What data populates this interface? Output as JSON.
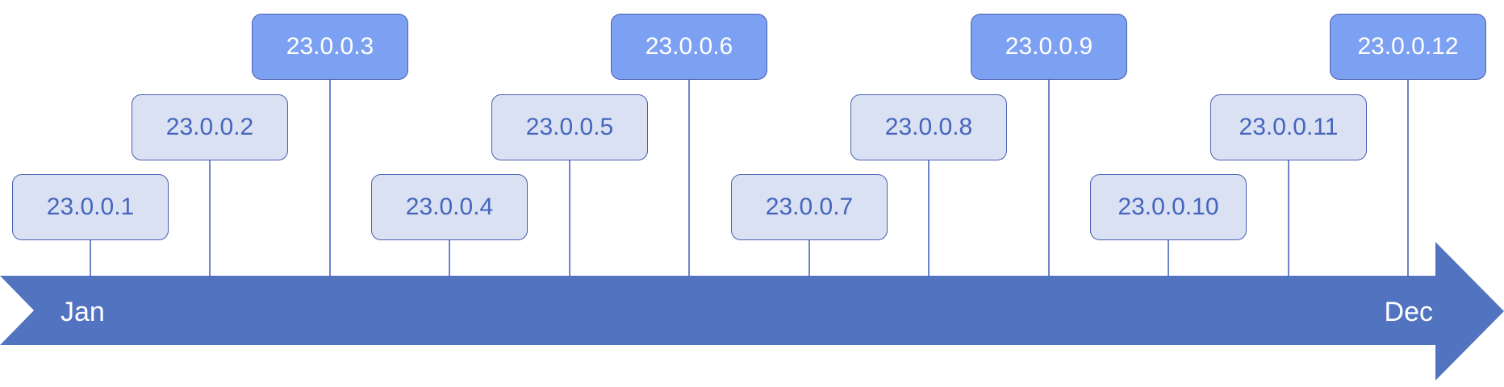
{
  "timeline": {
    "start_label": "Jan",
    "end_label": "Dec",
    "colors": {
      "arrow": "#5273bf",
      "connector": "#4a66be",
      "box_light_fill": "#dae1f3",
      "box_light_text": "#4565bd",
      "box_accent_fill": "#7da1f2",
      "box_accent_text": "#ffffff",
      "box_border": "#4a5eb0"
    }
  },
  "releases": [
    {
      "label": "23.0.0.1",
      "tier": 1
    },
    {
      "label": "23.0.0.2",
      "tier": 2
    },
    {
      "label": "23.0.0.3",
      "tier": 3
    },
    {
      "label": "23.0.0.4",
      "tier": 1
    },
    {
      "label": "23.0.0.5",
      "tier": 2
    },
    {
      "label": "23.0.0.6",
      "tier": 3
    },
    {
      "label": "23.0.0.7",
      "tier": 1
    },
    {
      "label": "23.0.0.8",
      "tier": 2
    },
    {
      "label": "23.0.0.9",
      "tier": 3
    },
    {
      "label": "23.0.0.10",
      "tier": 1
    },
    {
      "label": "23.0.0.11",
      "tier": 2
    },
    {
      "label": "23.0.0.12",
      "tier": 3
    }
  ]
}
